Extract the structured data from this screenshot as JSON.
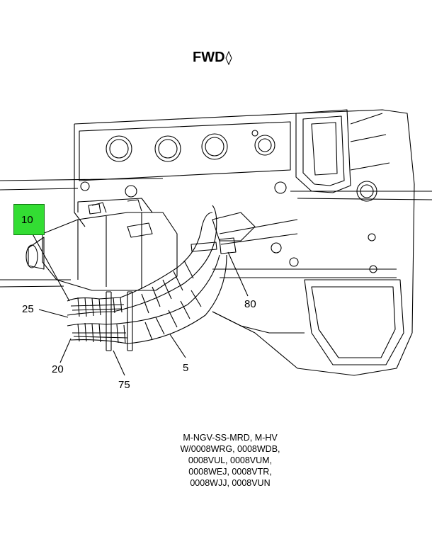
{
  "header": {
    "direction_label": "FWD"
  },
  "callouts": {
    "c10": "10",
    "c25": "25",
    "c20": "20",
    "c75": "75",
    "c5": "5",
    "c80": "80"
  },
  "caption": {
    "lines": [
      "M-NGV-SS-MRD, M-HV",
      "W/0008WRG, 0008WDB,",
      "0008VUL, 0008VUM,",
      "0008WEJ, 0008VTR,",
      "0008WJJ, 0008VUN"
    ]
  },
  "colors": {
    "highlight": "#33dd33",
    "line": "#000000"
  }
}
